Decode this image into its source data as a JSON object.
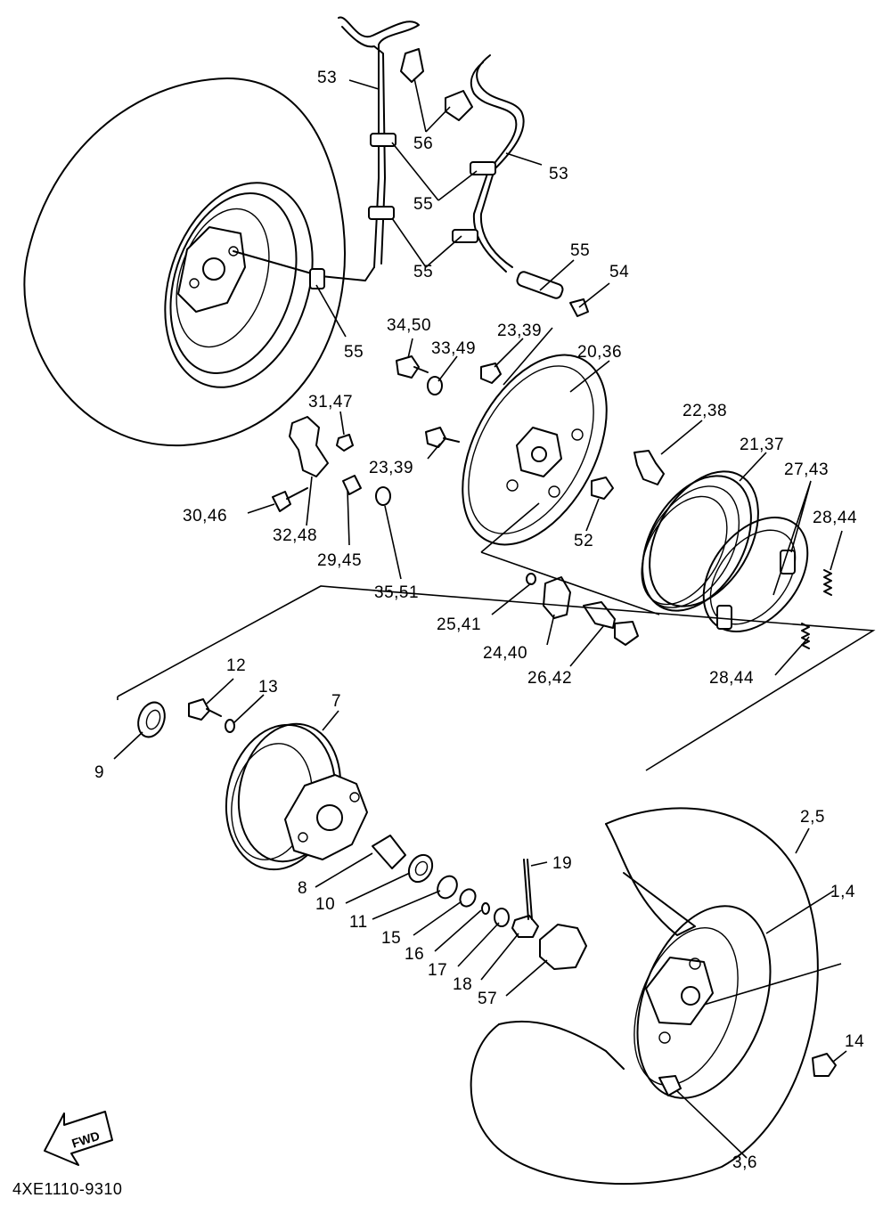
{
  "diagram": {
    "fwd_label": "FWD",
    "code": "4XE1110-9310",
    "callouts": [
      {
        "id": "c53a",
        "label": "53"
      },
      {
        "id": "c56",
        "label": "56"
      },
      {
        "id": "c53b",
        "label": "53"
      },
      {
        "id": "c55a",
        "label": "55"
      },
      {
        "id": "c55b",
        "label": "55"
      },
      {
        "id": "c55c",
        "label": "55"
      },
      {
        "id": "c55d",
        "label": "55"
      },
      {
        "id": "c54",
        "label": "54"
      },
      {
        "id": "c3450",
        "label": "34,50"
      },
      {
        "id": "c3349",
        "label": "33,49"
      },
      {
        "id": "c2339a",
        "label": "23,39"
      },
      {
        "id": "c2036",
        "label": "20,36"
      },
      {
        "id": "c3147",
        "label": "31,47"
      },
      {
        "id": "c2238",
        "label": "22,38"
      },
      {
        "id": "c2137",
        "label": "21,37"
      },
      {
        "id": "c2743",
        "label": "27,43"
      },
      {
        "id": "c2339b",
        "label": "23,39"
      },
      {
        "id": "c3046",
        "label": "30,46"
      },
      {
        "id": "c3248",
        "label": "32,48"
      },
      {
        "id": "c52",
        "label": "52"
      },
      {
        "id": "c2844a",
        "label": "28,44"
      },
      {
        "id": "c2945",
        "label": "29,45"
      },
      {
        "id": "c3551",
        "label": "35,51"
      },
      {
        "id": "c2541",
        "label": "25,41"
      },
      {
        "id": "c2440",
        "label": "24,40"
      },
      {
        "id": "c2642",
        "label": "26,42"
      },
      {
        "id": "c2844b",
        "label": "28,44"
      },
      {
        "id": "c12",
        "label": "12"
      },
      {
        "id": "c13",
        "label": "13"
      },
      {
        "id": "c7",
        "label": "7"
      },
      {
        "id": "c9",
        "label": "9"
      },
      {
        "id": "c25",
        "label": "2,5"
      },
      {
        "id": "c19",
        "label": "19"
      },
      {
        "id": "c14a",
        "label": "1,4"
      },
      {
        "id": "c8",
        "label": "8"
      },
      {
        "id": "c10",
        "label": "10"
      },
      {
        "id": "c11",
        "label": "11"
      },
      {
        "id": "c15",
        "label": "15"
      },
      {
        "id": "c16",
        "label": "16"
      },
      {
        "id": "c17",
        "label": "17"
      },
      {
        "id": "c18",
        "label": "18"
      },
      {
        "id": "c57",
        "label": "57"
      },
      {
        "id": "c14b",
        "label": "14"
      },
      {
        "id": "c36",
        "label": "3,6"
      }
    ]
  }
}
